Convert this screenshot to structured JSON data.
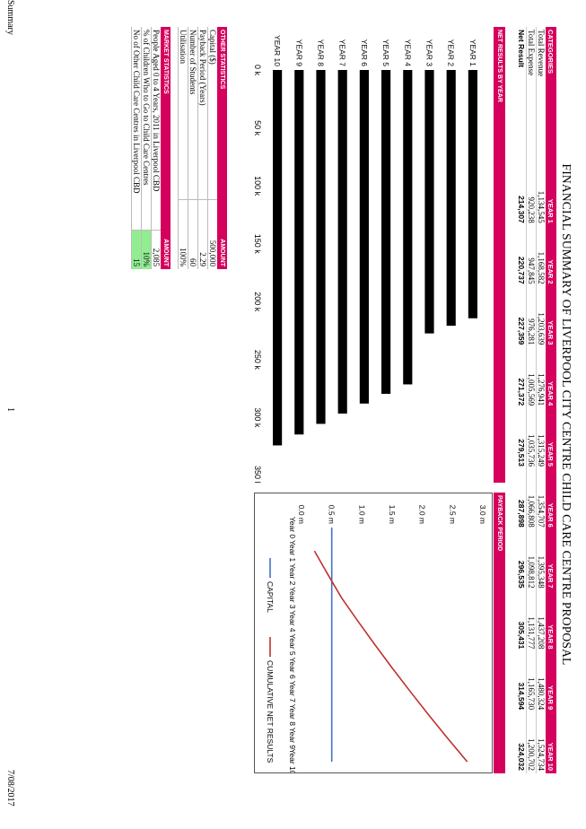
{
  "title": "FINANCIAL SUMMARY OF LIVERPOOL CITY CENTRE CHILD CARE CENTRE PROPOSAL",
  "financial_table": {
    "headers": [
      "CATEGORIES",
      "YEAR 1",
      "YEAR 2",
      "YEAR 3",
      "YEAR 4",
      "YEAR 5",
      "YEAR 6",
      "YEAR 7",
      "YEAR 8",
      "YEAR 9",
      "YEAR 10"
    ],
    "rows": [
      [
        "Total Revenue",
        "1,134,545",
        "1,168,582",
        "1,203,639",
        "1,276,941",
        "1,315,249",
        "1,354,707",
        "1,395,348",
        "1,437,208",
        "1,480,324",
        "1,524,734"
      ],
      [
        "Total Expense",
        "920,238",
        "947,845",
        "976,281",
        "1,005,569",
        "1,035,736",
        "1,066,808",
        "1,098,812",
        "1,131,777",
        "1,165,730",
        "1,200,702"
      ],
      [
        "Net Result",
        "214,307",
        "220,737",
        "227,359",
        "271,372",
        "279,513",
        "287,898",
        "296,535",
        "305,431",
        "314,594",
        "324,032"
      ]
    ]
  },
  "net_results_header": "NET RESULTS BY YEAR",
  "payback_header": "PAYBACK PERIOD",
  "chart_data": [
    {
      "type": "bar",
      "categories": [
        "YEAR 1",
        "YEAR 2",
        "YEAR 3",
        "YEAR 4",
        "YEAR 5",
        "YEAR 6",
        "YEAR 7",
        "YEAR 8",
        "YEAR 9",
        "YEAR 10"
      ],
      "values": [
        214307,
        220737,
        227359,
        271372,
        279513,
        287898,
        296535,
        305431,
        314594,
        324032
      ],
      "title": "",
      "ylim": [
        0,
        350000
      ],
      "yticks": [
        "0 k",
        "50 k",
        "100 k",
        "150 k",
        "200 k",
        "250 k",
        "300 k",
        "350 k"
      ],
      "color": "#000000"
    },
    {
      "type": "line",
      "x": [
        "Year 0",
        "Year 1",
        "Year 2",
        "Year 3",
        "Year 4",
        "Year 5",
        "Year 6",
        "Year 7",
        "Year 8",
        "Year 9",
        "Year 10"
      ],
      "ylim": [
        0,
        3.0
      ],
      "yticks": [
        "0.0 m",
        "0.5 m",
        "1.0 m",
        "1.5 m",
        "2.0 m",
        "2.5 m",
        "3.0 m"
      ],
      "series": [
        {
          "name": "CAPITAL",
          "color": "#4472c4",
          "values": [
            0.5,
            0.5,
            0.5,
            0.5,
            0.5,
            0.5,
            0.5,
            0.5,
            0.5,
            0.5,
            0.5
          ]
        },
        {
          "name": "CUMULATIVE NET RESULTS",
          "color": "#c0312f",
          "values": [
            null,
            0.214,
            0.435,
            0.662,
            0.934,
            1.213,
            1.501,
            1.798,
            2.103,
            2.418,
            2.742
          ]
        }
      ],
      "legend_position": "bottom"
    }
  ],
  "other_statistics": {
    "header": "OTHER STATISTICS",
    "amount_header": "AMOUNT",
    "rows": [
      [
        "Capital ($)",
        "500,000"
      ],
      [
        "Payback Period (Years)",
        "2.29"
      ],
      [
        "Number of Students",
        "60"
      ],
      [
        "Utilisation",
        "100%"
      ]
    ]
  },
  "market_statistics": {
    "header": "MARKET STATISTICS",
    "amount_header": "AMOUNT",
    "rows": [
      [
        "People Aged 0 to 4 Years, 2011 in Liverpool CBD",
        "2,085"
      ],
      [
        "% of Children Who to Go to Child Care Centres",
        "10%"
      ],
      [
        "No of Other Child Care Centres in Liverpool CBD",
        "15"
      ]
    ]
  },
  "footer": {
    "left": "Summary",
    "center": "1",
    "right": "7/08/2017"
  }
}
